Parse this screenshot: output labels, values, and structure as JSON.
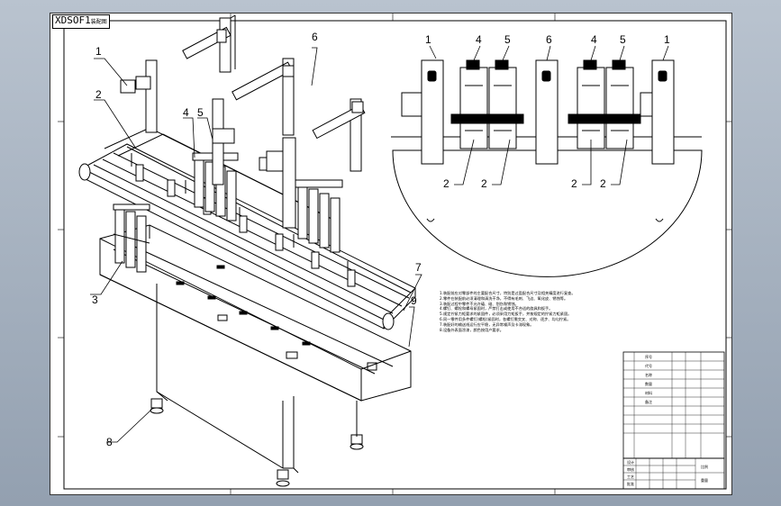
{
  "drawing": {
    "tag_text": "XDSOF1",
    "tag_sub": "装配图"
  },
  "callouts_iso": [
    {
      "id": "iso-1",
      "label": "1"
    },
    {
      "id": "iso-2",
      "label": "2"
    },
    {
      "id": "iso-3",
      "label": "3"
    },
    {
      "id": "iso-4",
      "label": "4"
    },
    {
      "id": "iso-5",
      "label": "5"
    },
    {
      "id": "iso-6",
      "label": "6"
    },
    {
      "id": "iso-7",
      "label": "7"
    },
    {
      "id": "iso-8",
      "label": "8"
    },
    {
      "id": "iso-9",
      "label": "9"
    }
  ],
  "callouts_front_top": [
    "1",
    "4",
    "5",
    "6",
    "4",
    "5",
    "1"
  ],
  "callouts_front_bottom": [
    "2",
    "2",
    "2",
    "2"
  ],
  "notes": [
    "1.装配前应对零部件的主要配合尺寸，特别是过盈配合尺寸及相关精度进行复查。",
    "2.零件在装配前必须清理和清洗干净，不得有毛刺、飞边、氧化皮、锈蚀等。",
    "3.装配过程中零件不允许磕、碰、划伤和锈蚀。",
    "4.螺钉、螺栓和螺母紧固时，严禁打击或使用不合适的旋具和扳手。",
    "5.规定拧紧力矩要求的紧固件，必须采用力矩扳手，并按规定的拧紧力矩紧固。",
    "6.同一零件用多件螺钉(螺栓)紧固时，各螺钉需交叉、对称、逐步、均匀拧紧。",
    "7.装配好的输送线运行应平稳，无异常噪声及卡滞现象。",
    "8.设备外表面涂漆，颜色按用户要求。"
  ],
  "title_block": {
    "cells": [
      "序号",
      "代号",
      "名称",
      "数量",
      "材料",
      "备注",
      "设计",
      "审核",
      "工艺",
      "批准",
      "比例",
      "重量"
    ]
  }
}
